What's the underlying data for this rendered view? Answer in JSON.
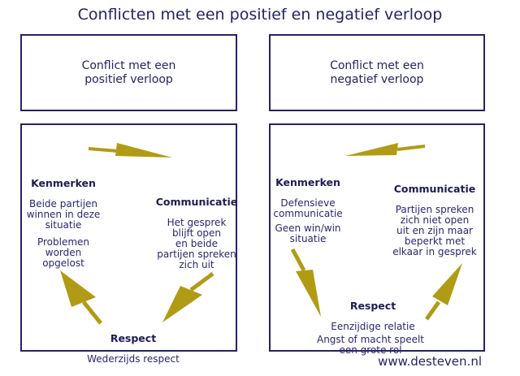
{
  "title": "Conflicten met een positief en negatief verloop",
  "footer": {
    "url": "www.desteven.nl"
  },
  "colors": {
    "navy": "#262268",
    "gold": "#B29B14",
    "background": "#ffffff"
  },
  "positive": {
    "header": "Conflict met een\npositief verloop",
    "kenmerken_title": "Kenmerken",
    "kenmerken_text": "Beide partijen\nwinnen in deze\nsituatie",
    "kenmerken_text2": "Problemen\nworden\nopgelost",
    "communicatie_title": "Communicatie",
    "communicatie_text": "Het gesprek\nblijft open\nen beide\npartijen spreken\nzich uit",
    "respect_title": "Respect",
    "respect_text": "Wederzijds respect"
  },
  "negative": {
    "header": "Conflict met een\nnegatief verloop",
    "kenmerken_title": "Kenmerken",
    "kenmerken_text": "Defensieve\ncommunicatie",
    "kenmerken_text2": "Geen win/win\nsituatie",
    "communicatie_title": "Communicatie",
    "communicatie_text": "Partijen spreken\nzich niet open\nuit en zijn maar\nbeperkt met\nelkaar in gesprek",
    "respect_title": "Respect",
    "respect_text": "Eenzijdige relatie",
    "respect_text2": "Angst of macht speelt\neen grote rol"
  }
}
